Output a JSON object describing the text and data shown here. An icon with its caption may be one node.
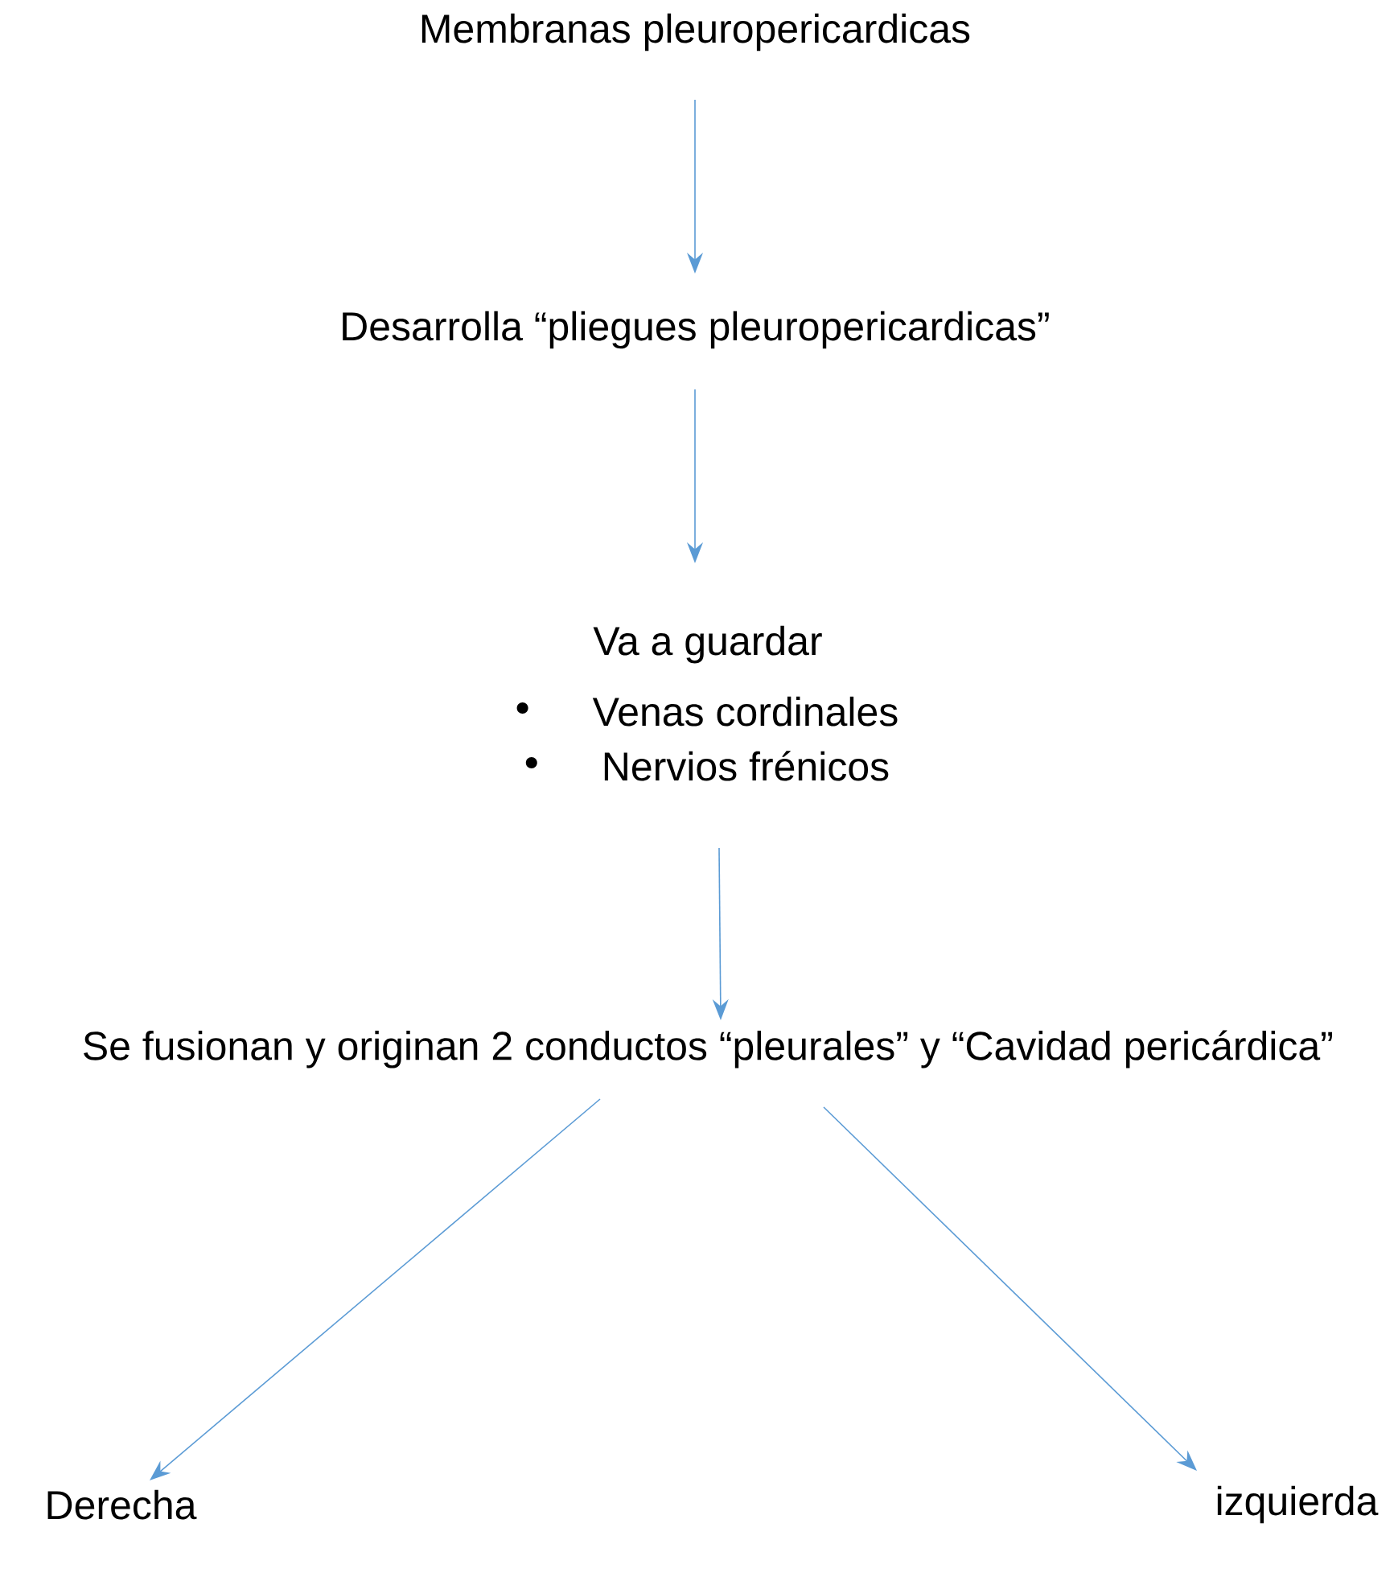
{
  "diagram": {
    "nodes": [
      {
        "text": [
          "Membranas pleuropericardicas"
        ]
      },
      {
        "text": [
          "Desarrolla “pliegues pleuropericardicas”"
        ]
      },
      {
        "text": [
          "Va a guardar",
          "Venas cordinales",
          "Nervios frénicos"
        ]
      },
      {
        "text": [
          "Se fusionan y originan 2 conductos “pleurales” y “Cavidad pericárdica”"
        ]
      },
      {
        "text": [
          "Derecha"
        ]
      },
      {
        "text": [
          "izquierda"
        ]
      }
    ],
    "edges": [
      {
        "from": 0,
        "to": 1,
        "arrow": "to"
      },
      {
        "from": 1,
        "to": 2,
        "arrow": "to"
      },
      {
        "from": 2,
        "to": 3,
        "arrow": "to"
      },
      {
        "from": 3,
        "to": 4,
        "arrow": "to"
      },
      {
        "from": 3,
        "to": 5,
        "arrow": "to"
      }
    ]
  }
}
